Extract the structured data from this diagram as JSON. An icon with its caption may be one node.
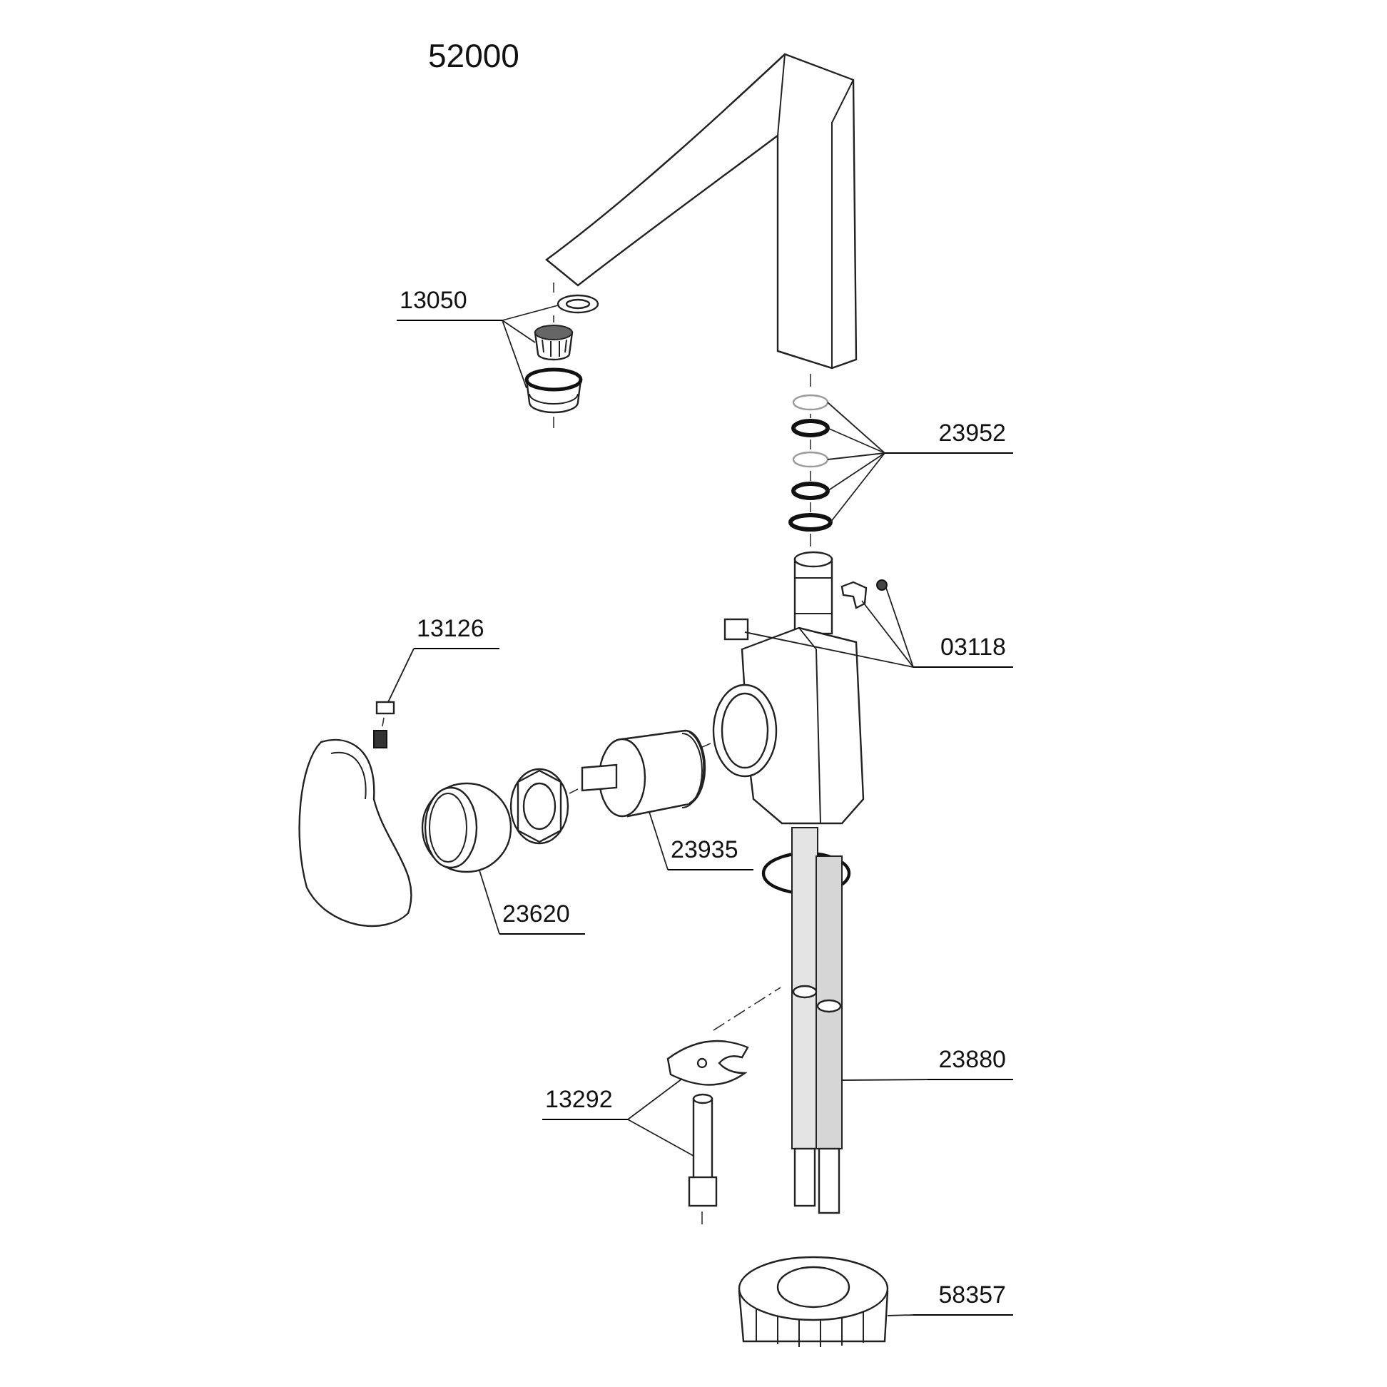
{
  "diagram": {
    "title": "52000",
    "nodes": [
      {
        "text": [
          "13050"
        ]
      },
      {
        "text": [],
        "shape": "picture"
      },
      {
        "text": [],
        "shape": "picture"
      },
      {
        "text": [],
        "shape": "picture"
      },
      {
        "text": [
          "23952"
        ]
      },
      {
        "text": [],
        "shape": "circle"
      },
      {
        "text": [],
        "shape": "circle"
      },
      {
        "text": [],
        "shape": "circle"
      },
      {
        "text": [],
        "shape": "circle"
      },
      {
        "text": [],
        "shape": "circle"
      },
      {
        "text": [
          "03118"
        ]
      },
      {
        "text": [],
        "shape": "box"
      },
      {
        "text": [],
        "shape": "picture"
      },
      {
        "text": [],
        "shape": "circle"
      },
      {
        "text": [
          "13126"
        ]
      },
      {
        "text": [],
        "shape": "box"
      },
      {
        "text": [
          "23935"
        ]
      },
      {
        "text": [],
        "shape": "picture"
      },
      {
        "text": [
          "23620"
        ]
      },
      {
        "text": [],
        "shape": "picture"
      },
      {
        "text": [
          "23880"
        ]
      },
      {
        "text": [],
        "shape": "picture"
      },
      {
        "text": [
          "13292"
        ]
      },
      {
        "text": [],
        "shape": "picture"
      },
      {
        "text": [],
        "shape": "picture"
      },
      {
        "text": [
          "58357"
        ]
      },
      {
        "text": [],
        "shape": "picture"
      }
    ],
    "edges": [
      {
        "from": 0,
        "to": 1,
        "arrow": "none"
      },
      {
        "from": 0,
        "to": 2,
        "arrow": "none"
      },
      {
        "from": 0,
        "to": 3,
        "arrow": "none"
      },
      {
        "from": 4,
        "to": 5,
        "arrow": "none"
      },
      {
        "from": 4,
        "to": 6,
        "arrow": "none"
      },
      {
        "from": 4,
        "to": 7,
        "arrow": "none"
      },
      {
        "from": 4,
        "to": 8,
        "arrow": "none"
      },
      {
        "from": 4,
        "to": 9,
        "arrow": "none"
      },
      {
        "from": 10,
        "to": 11,
        "arrow": "none"
      },
      {
        "from": 10,
        "to": 12,
        "arrow": "none"
      },
      {
        "from": 10,
        "to": 13,
        "arrow": "none"
      },
      {
        "from": 14,
        "to": 15,
        "arrow": "none"
      },
      {
        "from": 16,
        "to": 17,
        "arrow": "none"
      },
      {
        "from": 18,
        "to": 19,
        "arrow": "none"
      },
      {
        "from": 20,
        "to": 21,
        "arrow": "none"
      },
      {
        "from": 22,
        "to": 23,
        "arrow": "none"
      },
      {
        "from": 22,
        "to": 24,
        "arrow": "none"
      },
      {
        "from": 25,
        "to": 26,
        "arrow": "none"
      }
    ]
  }
}
